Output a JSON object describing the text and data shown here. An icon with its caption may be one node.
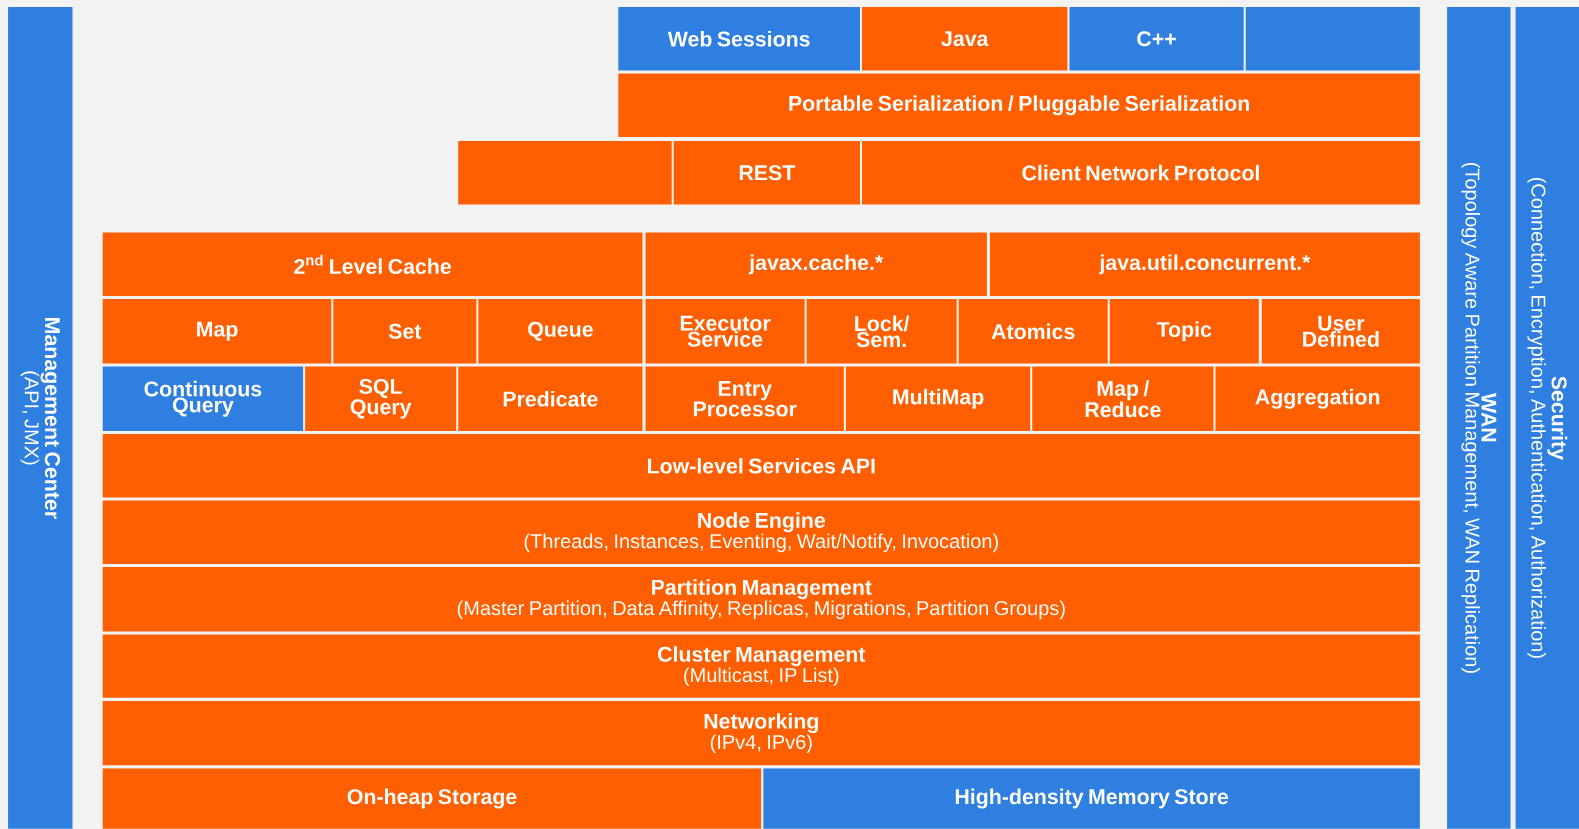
{
  "diagram": {
    "nodes": [
      {
        "text": [
          "Management Center",
          "(API, JMX)"
        ]
      },
      {
        "text": [
          "Web Sessions"
        ]
      },
      {
        "text": [
          "Java"
        ]
      },
      {
        "text": [
          "C++"
        ]
      },
      {
        "text": [],
        "shape": "box"
      },
      {
        "text": [
          "Portable Serialization / Pluggable Serialization"
        ]
      },
      {
        "text": [],
        "shape": "box"
      },
      {
        "text": [
          "REST"
        ]
      },
      {
        "text": [
          "Client Network Protocol"
        ]
      },
      {
        "text": [
          "2$^{nd}$ Level Cache"
        ]
      },
      {
        "text": [
          "javax.cache.*"
        ]
      },
      {
        "text": [
          "java.util.concurrent.*"
        ]
      },
      {
        "text": [
          "Map"
        ]
      },
      {
        "text": [
          "Set"
        ]
      },
      {
        "text": [
          "Queue"
        ]
      },
      {
        "text": [
          "Executor Service"
        ]
      },
      {
        "text": [
          "Lock/ Sem."
        ]
      },
      {
        "text": [
          "Atomics"
        ]
      },
      {
        "text": [
          "Topic"
        ]
      },
      {
        "text": [
          "User Defined"
        ]
      },
      {
        "text": [
          "Continuous Query"
        ]
      },
      {
        "text": [
          "SQL Query"
        ]
      },
      {
        "text": [
          "Predicate"
        ]
      },
      {
        "text": [
          "Entry Processor"
        ]
      },
      {
        "text": [
          "MultiMap"
        ]
      },
      {
        "text": [
          "Map / Reduce"
        ]
      },
      {
        "text": [
          "Aggregation"
        ]
      },
      {
        "text": [
          "Low-level Services API"
        ]
      },
      {
        "text": [
          "Node Engine",
          "(Threads, Instances, Eventing, Wait/Notify, Invocation)"
        ]
      },
      {
        "text": [
          "Partition Management",
          "(Master Partition, Data Affinity, Replicas, Migrations, Partition Groups)"
        ]
      },
      {
        "text": [
          "Cluster Management",
          "(Multicast, IP List)"
        ]
      },
      {
        "text": [
          "Networking",
          "(IPv4, IPv6)"
        ]
      },
      {
        "text": [
          "On-heap Storage"
        ]
      },
      {
        "text": [
          "High-density Memory Store"
        ]
      },
      {
        "text": [
          "WAN",
          "(Topology Aware Partition Management, WAN Replication)"
        ]
      },
      {
        "text": [
          "Security",
          "(Connection, Encryption, Authentication, Authorization)"
        ]
      }
    ]
  }
}
